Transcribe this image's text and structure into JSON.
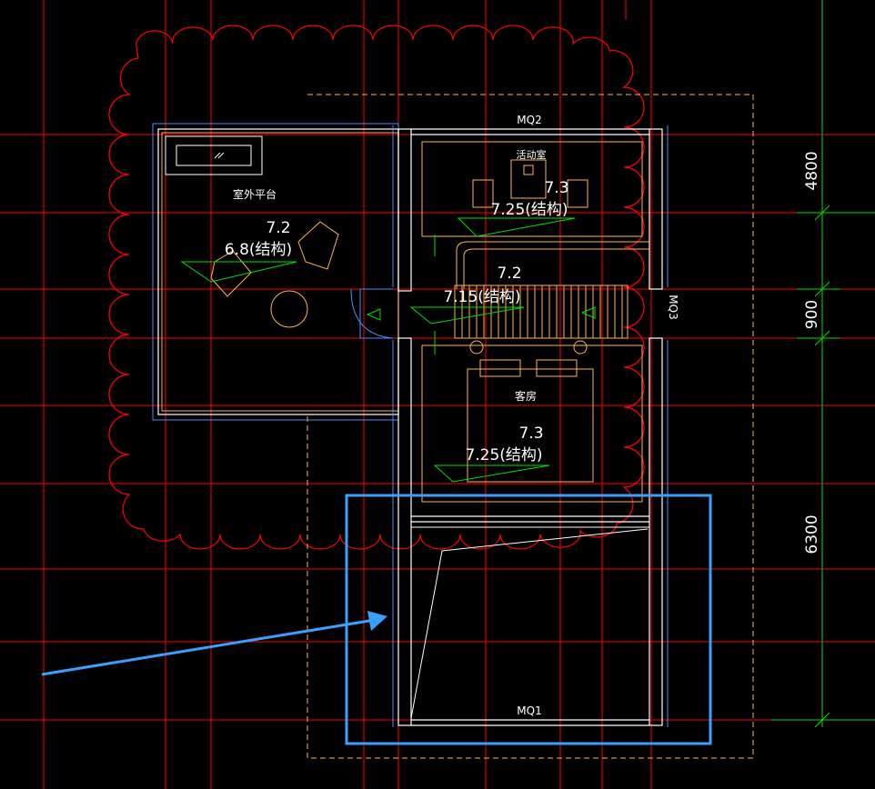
{
  "labels": {
    "mq2": "MQ2",
    "mq1": "MQ1",
    "mq3": "MQ3",
    "activity_room": "活动室",
    "outdoor_platform": "室外平台",
    "guest_room": "客房",
    "elev_activity": "7.3",
    "elev_activity_struct": "7.25(结构)",
    "elev_platform": "7.2",
    "elev_platform_struct": "6.8(结构)",
    "elev_stair": "7.2",
    "elev_stair_struct": "7.15(结构)",
    "elev_guest": "7.3",
    "elev_guest_struct": "7.25(结构)"
  },
  "dimensions": {
    "d1": "4800",
    "d2": "900",
    "d3": "6300"
  },
  "colors": {
    "grid": "#ff0000",
    "cloud": "#ff0000",
    "wall": "#ffffff",
    "wall_outer": "#4a8cff",
    "furniture": "#ffb347",
    "dim": "#00e000",
    "dashed": "#ffb347",
    "highlight": "#3aa0ff",
    "text": "#ffffff"
  }
}
